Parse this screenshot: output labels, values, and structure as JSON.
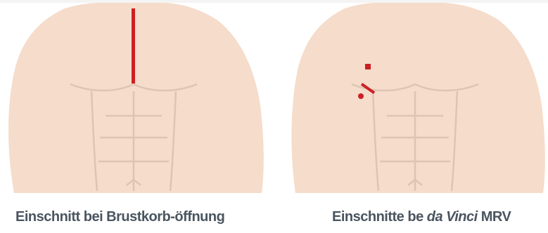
{
  "panels": [
    {
      "caption": "Einschnitt bei Brustkorb-öffnung",
      "incision_type": "sternotomy"
    },
    {
      "caption_parts": [
        "Einschnitte be ",
        "da Vinci",
        " MRV"
      ],
      "incision_type": "robotic-ports"
    }
  ],
  "colors": {
    "skin": "#f5dccb",
    "contour": "#ddc5b4",
    "incision": "#cc1f24",
    "caption": "#4a5560"
  }
}
